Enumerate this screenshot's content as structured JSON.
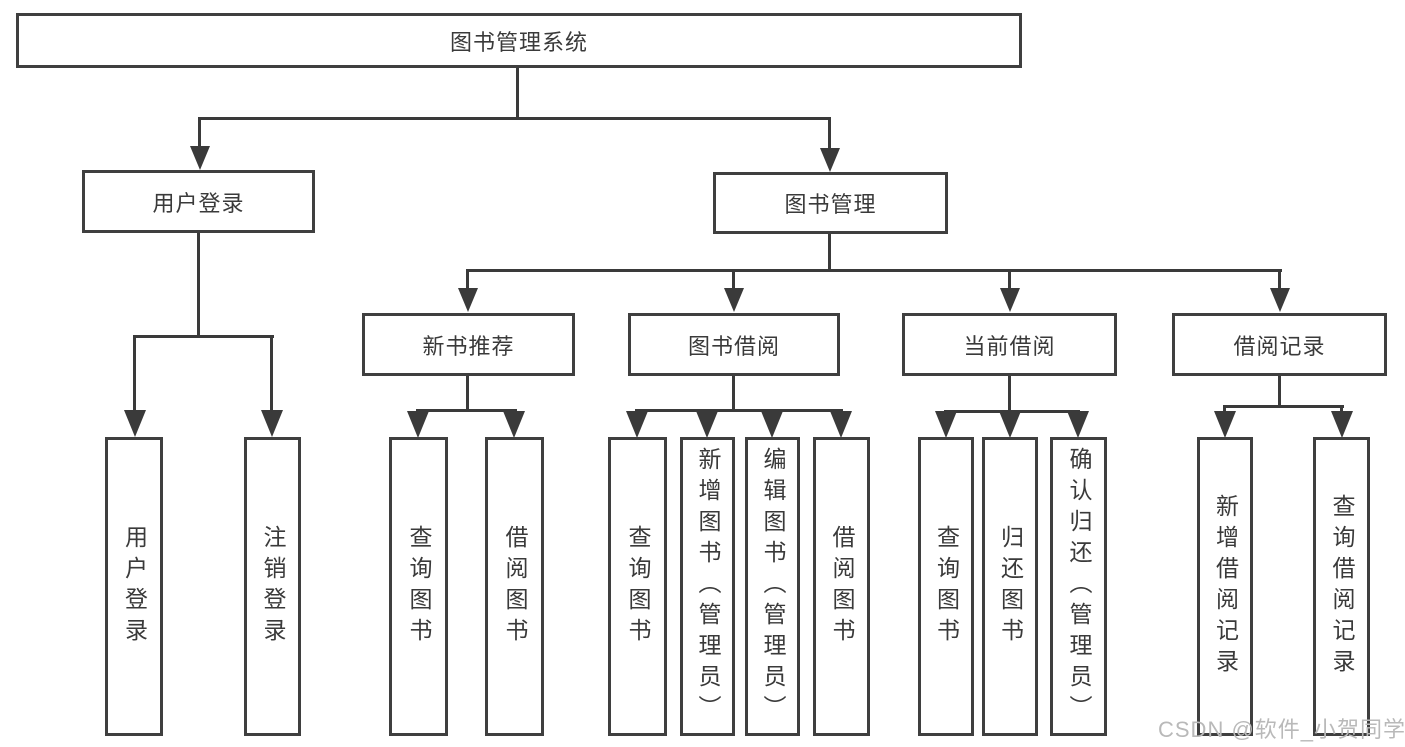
{
  "diagram": {
    "title": "图书管理系统",
    "branches": [
      {
        "label": "用户登录",
        "leaves": [
          "用户登录",
          "注销登录"
        ]
      },
      {
        "label": "图书管理",
        "children": [
          {
            "label": "新书推荐",
            "leaves": [
              "查询图书",
              "借阅图书"
            ]
          },
          {
            "label": "图书借阅",
            "leaves": [
              "查询图书",
              "新增图书（管理员）",
              "编辑图书（管理员）",
              "借阅图书"
            ]
          },
          {
            "label": "当前借阅",
            "leaves": [
              "查询图书",
              "归还图书",
              "确认归还（管理员）"
            ]
          },
          {
            "label": "借阅记录",
            "leaves": [
              "新增借阅记录",
              "查询借阅记录"
            ]
          }
        ]
      }
    ]
  },
  "watermark": "CSDN @软件_小贺同学",
  "colors": {
    "line": "#3a3a3a",
    "box_border": "#3f3f3f",
    "text": "#3a3a3a",
    "watermark": "#b9b9b9",
    "background": "#ffffff"
  }
}
